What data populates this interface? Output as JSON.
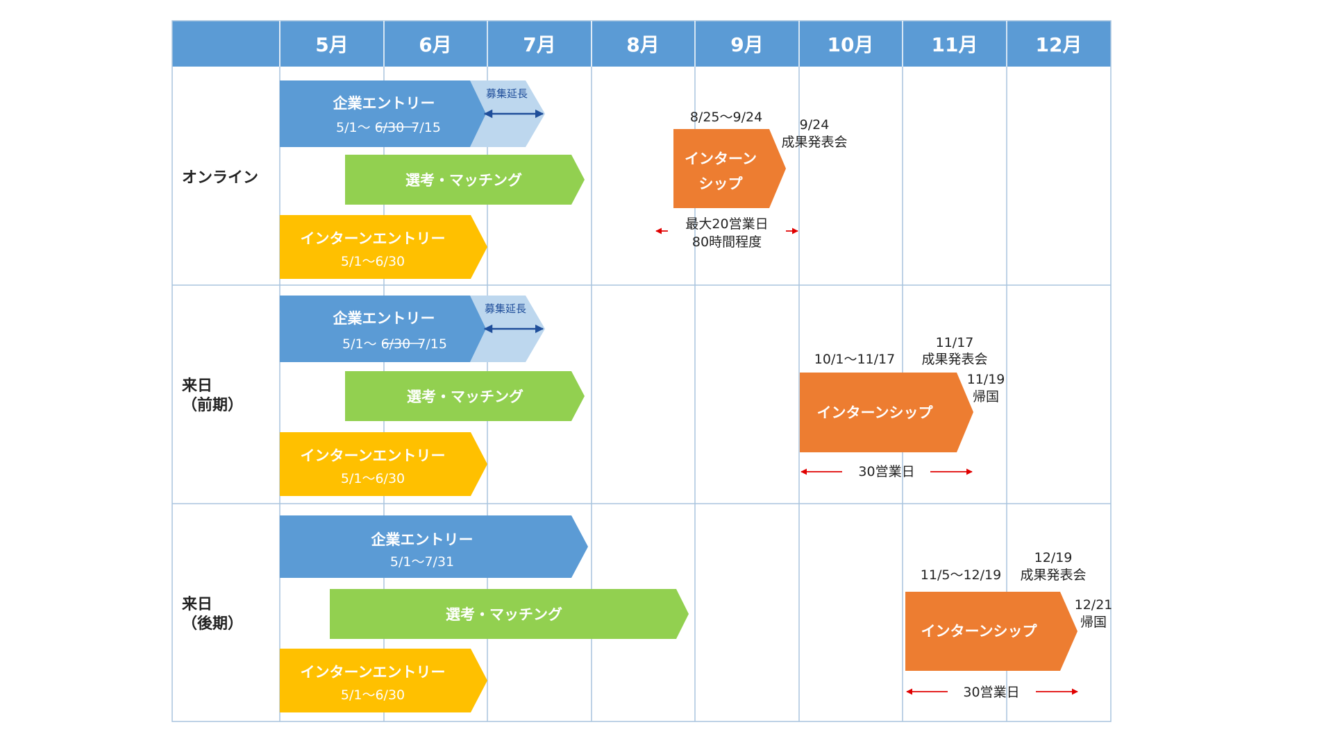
{
  "colors": {
    "header": "#5b9bd5",
    "grid": "#a8c4de",
    "company": "#5b9bd5",
    "extension": "#bdd7ee",
    "selection": "#92d050",
    "intern_entry": "#ffc000",
    "internship": "#ed7d31",
    "arrow_red": "#e00000",
    "arrow_blue": "#1f4e9a"
  },
  "months": [
    "5月",
    "6月",
    "7月",
    "8月",
    "9月",
    "10月",
    "11月",
    "12月"
  ],
  "rows": [
    {
      "label_lines": [
        "オンライン"
      ],
      "company": {
        "title": "企業エントリー",
        "sub_pre": "5/1〜",
        "sub_struck": "6/30",
        "sub_post": "7/15",
        "extension_label": "募集延長"
      },
      "selection": {
        "title": "選考・マッチング"
      },
      "intern_entry": {
        "title": "インターンエントリー",
        "sub": "5/1〜6/30"
      },
      "internship": {
        "title_lines": [
          "インターン",
          "シップ"
        ],
        "period": "8/25〜9/24",
        "presentation_date": "9/24",
        "presentation_label": "成果発表会",
        "duration_lines": [
          "最大20営業日",
          "80時間程度"
        ]
      }
    },
    {
      "label_lines": [
        "来日",
        "（前期）"
      ],
      "company": {
        "title": "企業エントリー",
        "sub_pre": "5/1〜",
        "sub_struck": "6/30",
        "sub_post": "7/15",
        "extension_label": "募集延長"
      },
      "selection": {
        "title": "選考・マッチング"
      },
      "intern_entry": {
        "title": "インターンエントリー",
        "sub": "5/1〜6/30"
      },
      "internship": {
        "title_lines": [
          "インターンシップ"
        ],
        "period": "10/1〜11/17",
        "presentation_date": "11/17",
        "presentation_label": "成果発表会",
        "return_date": "11/19",
        "return_label": "帰国",
        "duration_lines": [
          "30営業日"
        ]
      }
    },
    {
      "label_lines": [
        "来日",
        "（後期）"
      ],
      "company": {
        "title": "企業エントリー",
        "sub": "5/1〜7/31"
      },
      "selection": {
        "title": "選考・マッチング"
      },
      "intern_entry": {
        "title": "インターンエントリー",
        "sub": "5/1〜6/30"
      },
      "internship": {
        "title_lines": [
          "インターンシップ"
        ],
        "period": "11/5〜12/19",
        "presentation_date": "12/19",
        "presentation_label": "成果発表会",
        "return_date": "12/21",
        "return_label": "帰国",
        "duration_lines": [
          "30営業日"
        ]
      }
    }
  ]
}
